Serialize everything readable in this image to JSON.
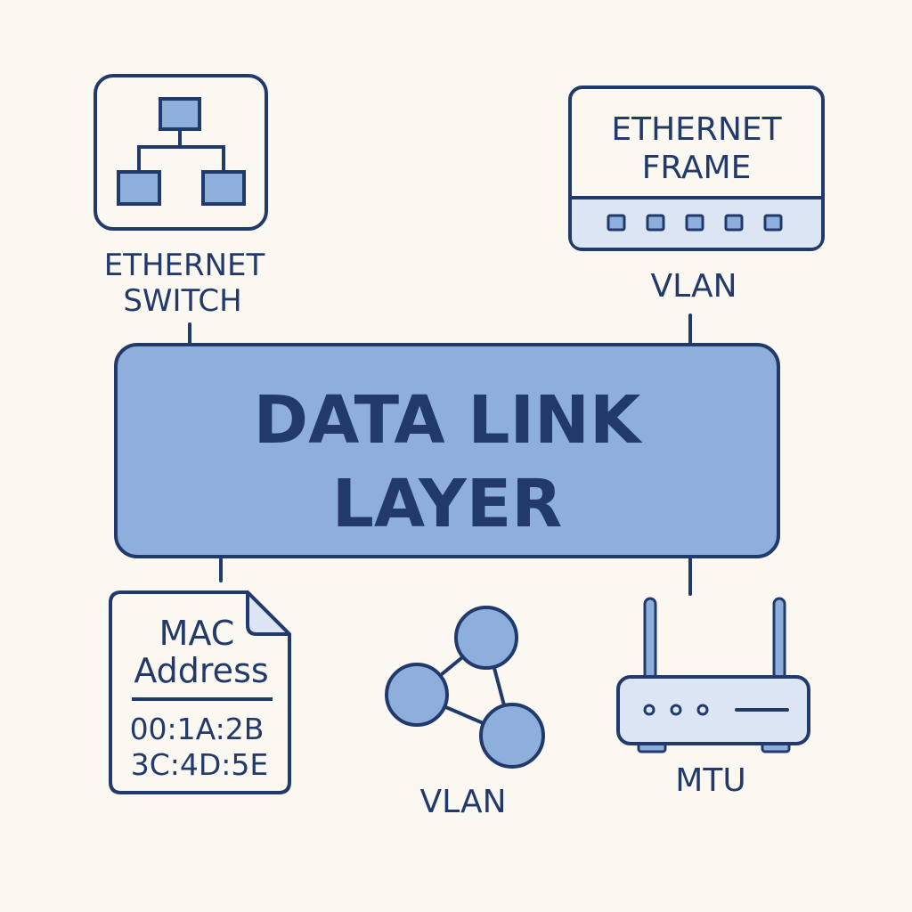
{
  "colors": {
    "background": "#fbf8f2",
    "stroke": "#223a6b",
    "fill": "#8eafdc",
    "light_fill": "#dbe5f4"
  },
  "center": {
    "line1": "DATA LINK",
    "line2": "LAYER"
  },
  "nodes": {
    "switch": {
      "icon": "network-hierarchy-icon",
      "line1": "ETHERNET",
      "line2": "SWITCH"
    },
    "frame": {
      "icon": "ethernet-frame-icon",
      "box_line1": "ETHERNET",
      "box_line2": "FRAME",
      "label": "VLAN"
    },
    "mac": {
      "icon": "document-icon",
      "title1": "MAC",
      "title2": "Address",
      "addr1": "00:1A:2B",
      "addr2": "3C:4D:5E"
    },
    "vlan": {
      "icon": "network-nodes-icon",
      "label": "VLAN"
    },
    "mtu": {
      "icon": "router-icon",
      "label": "MTU"
    }
  }
}
